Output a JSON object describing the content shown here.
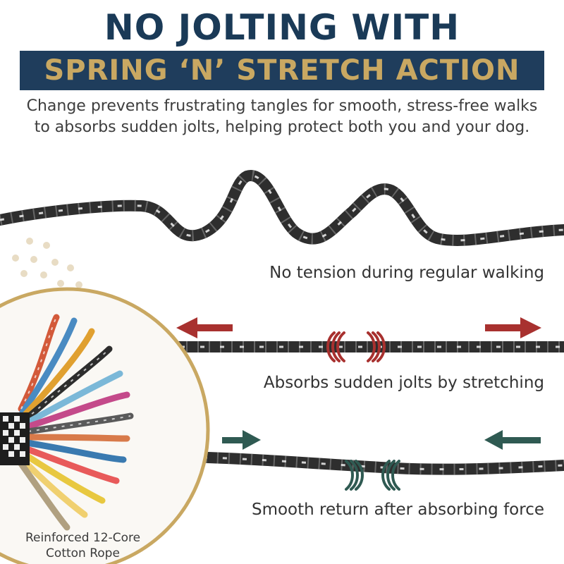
{
  "headline": "NO JOLTING WITH",
  "banner": "SPRING ‘N’ STRETCH ACTION",
  "subtitle": {
    "line1": "Change prevents frustrating tangles for smooth, stress-free walks",
    "line2": "to absorbs sudden jolts, helping protect both you and your dog."
  },
  "captions": {
    "relaxed": "No tension during regular walking",
    "stretched": "Absorbs sudden jolts by stretching",
    "returned": "Smooth return after absorbing force"
  },
  "inset": {
    "line1": "Reinforced 12-Core",
    "line2": "Cotton Rope"
  },
  "colors": {
    "navy": "#1f3d5c",
    "gold": "#c9a862",
    "red_arrow": "#a8312f",
    "green_arrow": "#2f5a52",
    "rope": "#3a3a3a"
  }
}
